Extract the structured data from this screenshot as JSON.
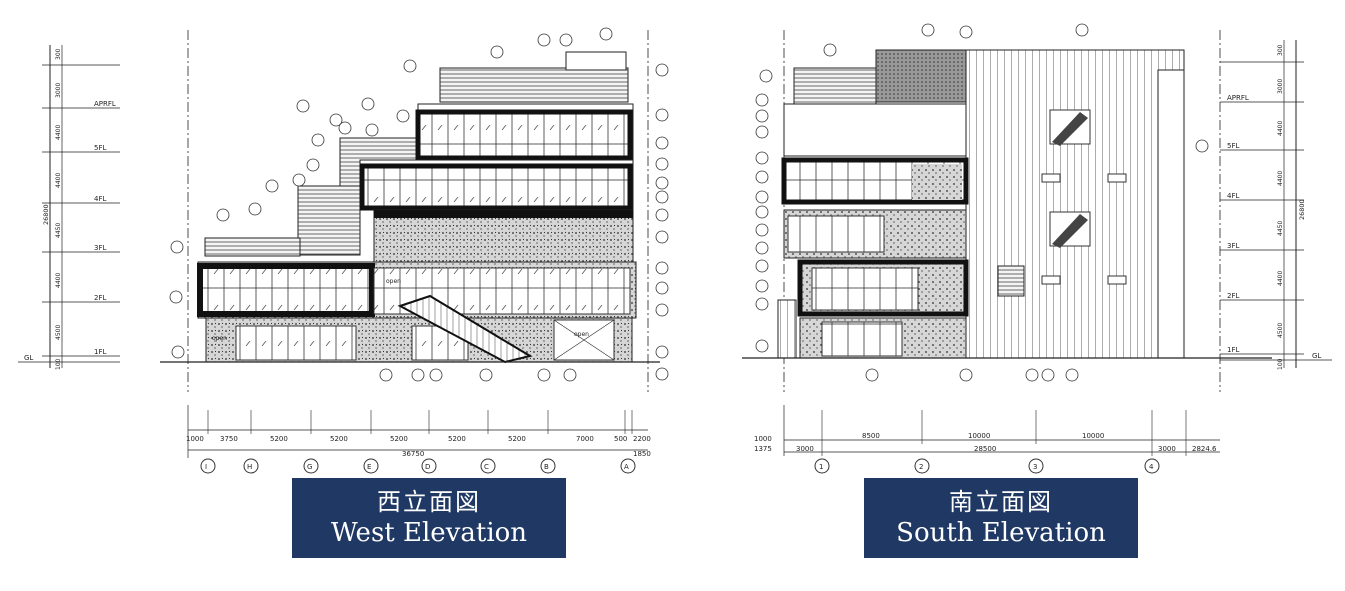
{
  "west": {
    "caption_jp": "西立面図",
    "caption_en": "West Elevation",
    "floors": [
      "APRFL",
      "5FL",
      "4FL",
      "3FL",
      "2FL",
      "1FL",
      "GL"
    ],
    "floor_heights": [
      "300",
      "3000",
      "4400",
      "4400",
      "4450",
      "4400",
      "4500",
      "100"
    ],
    "total_height": "26800",
    "bay_dims": [
      "1000",
      "3750",
      "5200",
      "5200",
      "5200",
      "5200",
      "5200",
      "7000",
      "500",
      "2200"
    ],
    "total_width": "36750",
    "end_dim": "1850",
    "grid": [
      "I",
      "H",
      "G",
      "E",
      "D",
      "C",
      "B",
      "A"
    ],
    "open_labels": [
      "open",
      "open",
      "open"
    ]
  },
  "south": {
    "caption_jp": "南立面図",
    "caption_en": "South Elevation",
    "floors": [
      "APRFL",
      "5FL",
      "4FL",
      "3FL",
      "2FL",
      "1FL",
      "GL"
    ],
    "floor_heights": [
      "300",
      "3000",
      "4400",
      "4400",
      "4450",
      "4400",
      "4500",
      "100"
    ],
    "total_height": "26800",
    "bay_dims": [
      "1000",
      "8500",
      "10000",
      "10000",
      "3000",
      "2824.6"
    ],
    "left_dims": [
      "1375",
      "3000"
    ],
    "total_width": "28500",
    "grid": [
      "1",
      "2",
      "3",
      "4"
    ]
  },
  "colors": {
    "caption_bg": "#1f3864",
    "caption_text": "#ffffff",
    "line": "#222222"
  }
}
